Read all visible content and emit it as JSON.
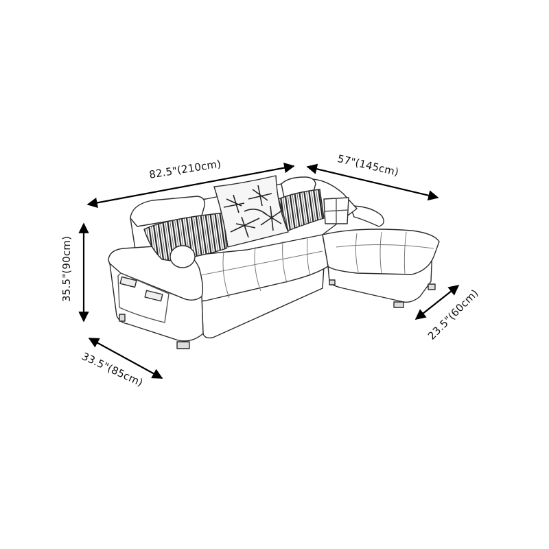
{
  "diagram": {
    "subject": "L-shaped sectional sofa with chaise",
    "style": "pencil sketch line drawing",
    "colors": {
      "background": "#ffffff",
      "line": "#1a1a1a",
      "arrow": "#000000"
    },
    "dimensions": {
      "width": {
        "label": "82.5\"(210cm)",
        "direction": "overall length of main sofa"
      },
      "chaise_length": {
        "label": "57\"(145cm)",
        "direction": "chaise depth"
      },
      "height": {
        "label": "35.5\"(90cm)",
        "direction": "overall height"
      },
      "depth": {
        "label": "33.5\"(85cm)",
        "direction": "seat depth"
      },
      "chaise_width": {
        "label": "23.5\"(60cm)",
        "direction": "chaise width"
      }
    },
    "parts": [
      "left armrest with side storage pockets",
      "two headrests",
      "striped lumbar pillow (left)",
      "leaf-pattern throw pillow (center)",
      "striped lumbar pillow (right)",
      "small square checked pillow",
      "small round cushion",
      "tufted seat cushions",
      "chaise lounge section",
      "right curved armrest",
      "legs"
    ]
  }
}
